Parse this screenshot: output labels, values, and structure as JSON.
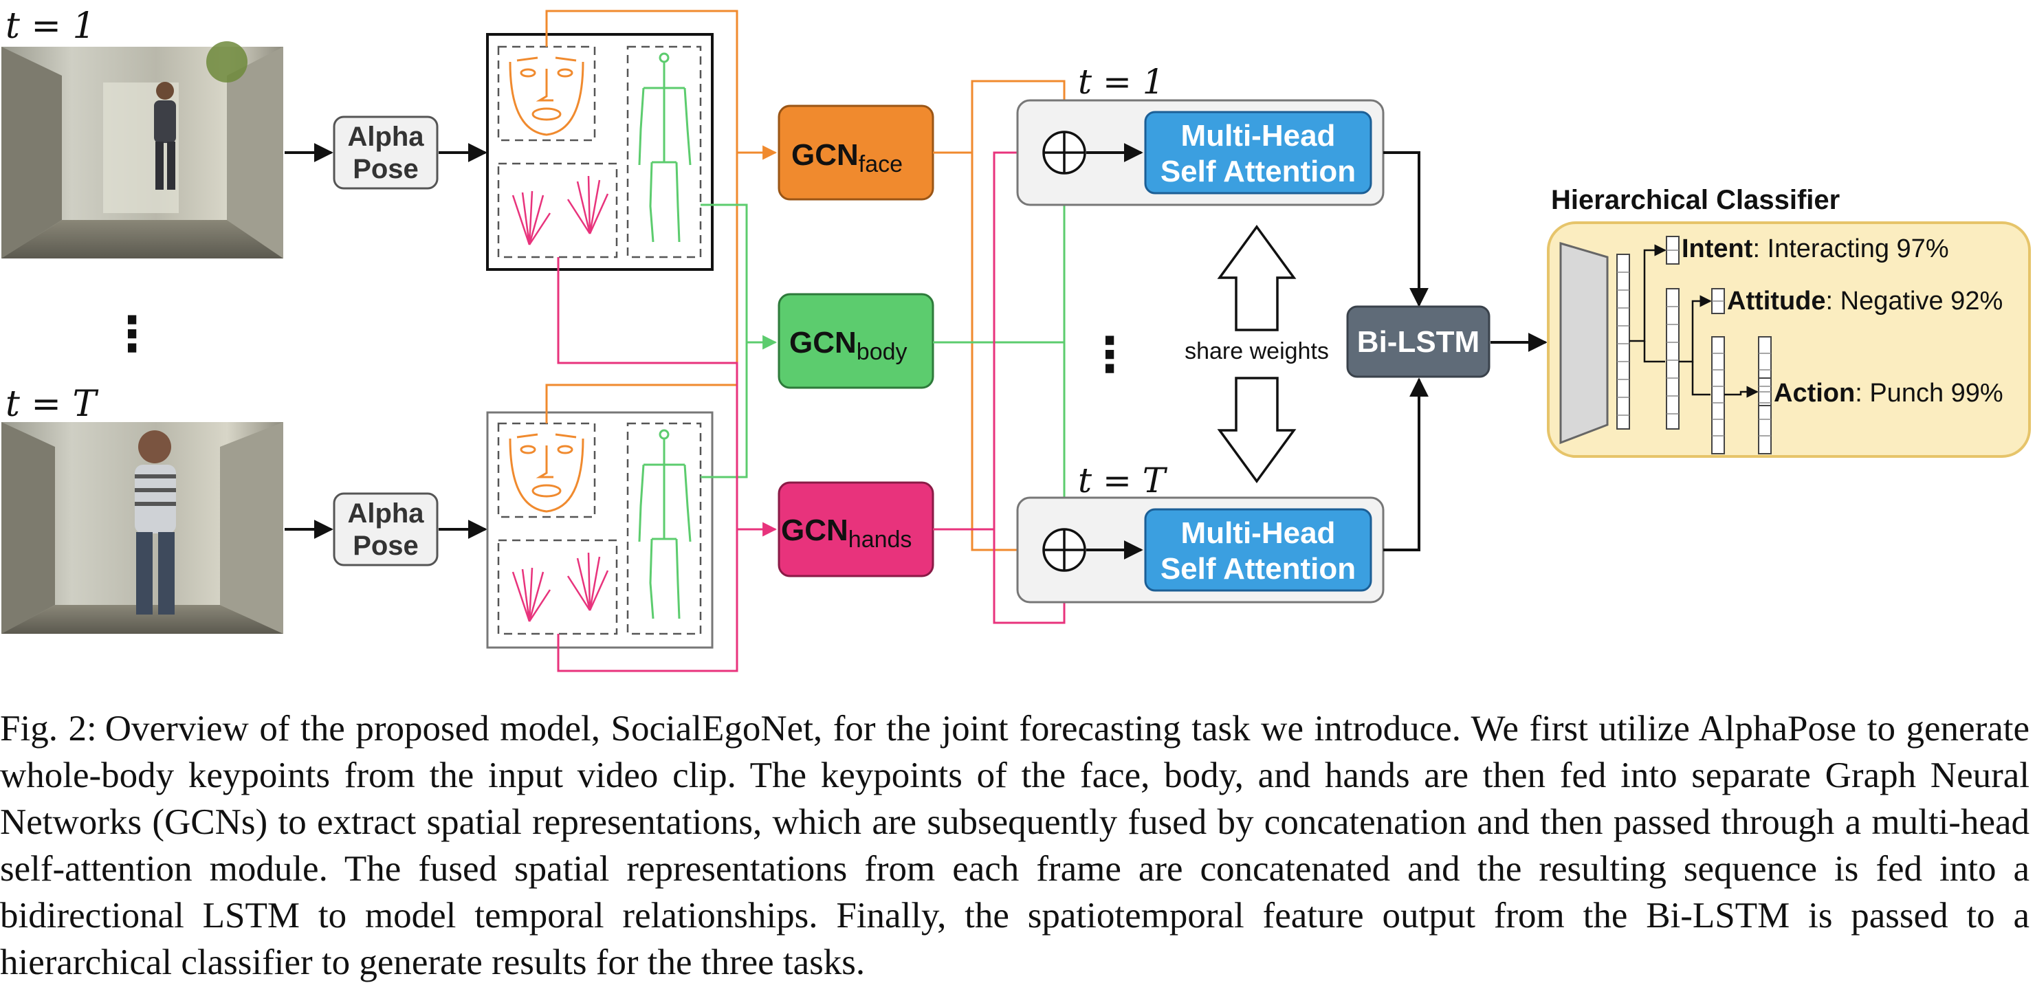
{
  "frames": {
    "first_label": "t = 1",
    "last_label": "t = T",
    "ellipsis": "⋮"
  },
  "alphapose": {
    "line1": "Alpha",
    "line2": "Pose"
  },
  "gcn": {
    "face": {
      "main": "GCN",
      "sub": "face",
      "color": "#f08a2e"
    },
    "body": {
      "main": "GCN",
      "sub": "body",
      "color": "#5ccc6e"
    },
    "hands": {
      "main": "GCN",
      "sub": "hands",
      "color": "#e8337c"
    }
  },
  "attention": {
    "top_time_label": "t = 1",
    "bottom_time_label": "t = T",
    "block_line1": "Multi-Head",
    "block_line2": "Self Attention",
    "ellipsis": "⋮",
    "share_weights": "share weights"
  },
  "bilstm": {
    "label": "Bi-LSTM"
  },
  "classifier": {
    "title": "Hierarchical Classifier",
    "outputs": [
      {
        "task": "Intent",
        "value": ": Interacting 97%"
      },
      {
        "task": "Attitude",
        "value": ": Negative 92%"
      },
      {
        "task": "Action",
        "value": ": Punch 99%"
      }
    ]
  },
  "colors": {
    "orange": "#f08a2e",
    "green": "#5ccc6e",
    "pink": "#e8337c",
    "blue": "#3b9fe0",
    "bilstm": "#5f6b78",
    "classifier_bg": "#fbedc0",
    "classifier_border": "#e6c46a"
  },
  "caption": {
    "prefix": "Fig. 2:",
    "text": "Overview of the proposed model, SocialEgoNet, for the joint forecasting task we introduce. We first utilize AlphaPose to generate whole-body keypoints from the input video clip. The keypoints of the face, body, and hands are then fed into separate Graph Neural Networks (GCNs) to extract spatial representations, which are subsequently fused by concatenation and then passed through a multi-head self-attention module. The fused spatial representations from each frame are concatenated and the resulting sequence is fed into a bidirectional LSTM to model temporal relationships. Finally, the spatiotemporal feature output from the Bi-LSTM is passed to a hierarchical classifier to generate results for the three tasks."
  }
}
